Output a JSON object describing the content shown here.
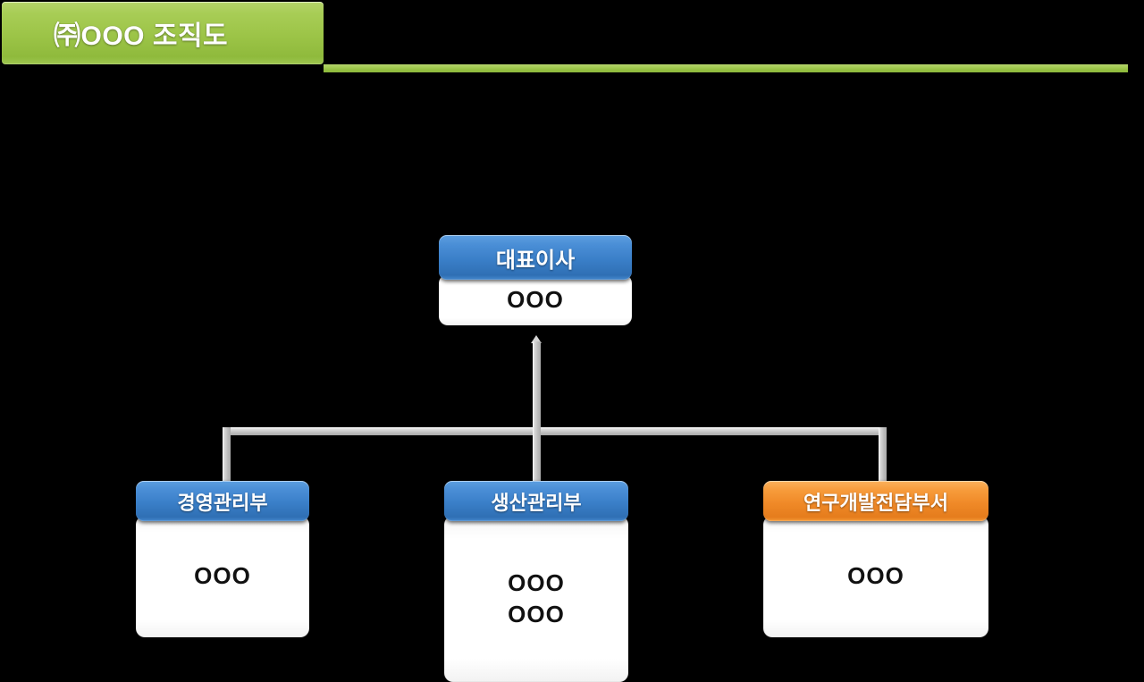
{
  "header": {
    "title": "㈜OOO 조직도",
    "accent_color": "#9CC447",
    "rule_color": "#A3CB52"
  },
  "colors": {
    "blue_header": "#3A7FC8",
    "orange_header": "#F08A28",
    "green_banner": "#9CC447",
    "connector": "#BFBFBF",
    "body_background": "#000000",
    "node_body": "#FFFFFF"
  },
  "chart": {
    "root": {
      "title": "대표이사",
      "header_style": "blue",
      "members": [
        "OOO"
      ]
    },
    "children": [
      {
        "title": "경영관리부",
        "header_style": "blue",
        "members": [
          "OOO"
        ]
      },
      {
        "title": "생산관리부",
        "header_style": "blue",
        "members": [
          "OOO",
          "OOO"
        ]
      },
      {
        "title": "연구개발전담부서",
        "header_style": "orange",
        "members": [
          "OOO"
        ]
      }
    ]
  }
}
